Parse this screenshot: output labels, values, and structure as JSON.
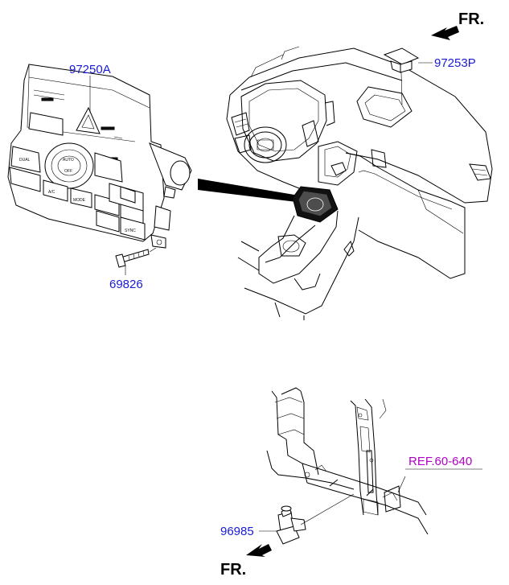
{
  "fr_top": "FR.",
  "fr_bottom": "FR.",
  "callouts": {
    "climate_control": "97250A",
    "sensor_top": "97253P",
    "screw": "69826",
    "sensor_bottom": "96985",
    "reference": "REF.60-640"
  },
  "panel_buttons": {
    "dual": "DUAL",
    "auto": "AUTO",
    "off": "OFF",
    "mode": "MODE",
    "sync": "SYNC",
    "ac": "A/C"
  },
  "colors": {
    "part_number": "#1a1ad6",
    "reference": "#b000c8"
  }
}
